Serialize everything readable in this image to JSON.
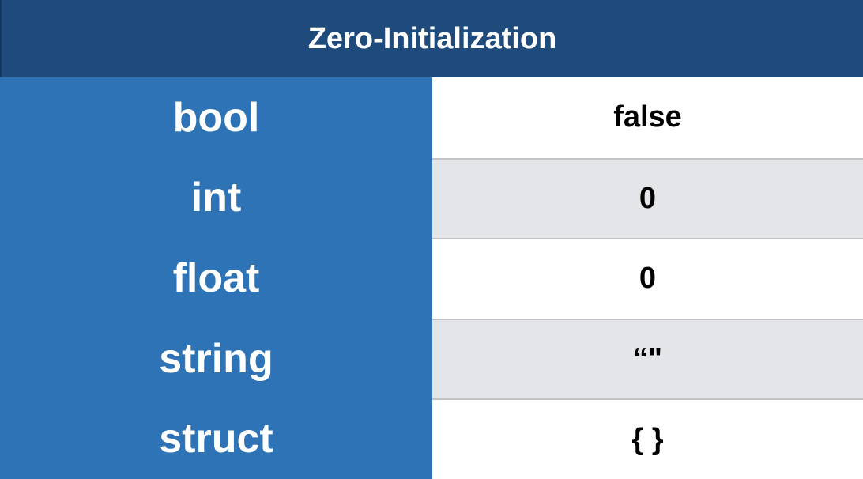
{
  "title": "Zero-Initialization",
  "rows": [
    {
      "type": "bool",
      "value": "false"
    },
    {
      "type": "int",
      "value": "0"
    },
    {
      "type": "float",
      "value": "0"
    },
    {
      "type": "string",
      "value": "“\""
    },
    {
      "type": "struct",
      "value": "{ }"
    }
  ],
  "colors": {
    "header_bg": "#1e4b7c",
    "type_column_bg": "#2e73b5",
    "stripe_bg": "#e4e5e8",
    "row_bg": "#ffffff",
    "divider": "#c4c4c7"
  }
}
